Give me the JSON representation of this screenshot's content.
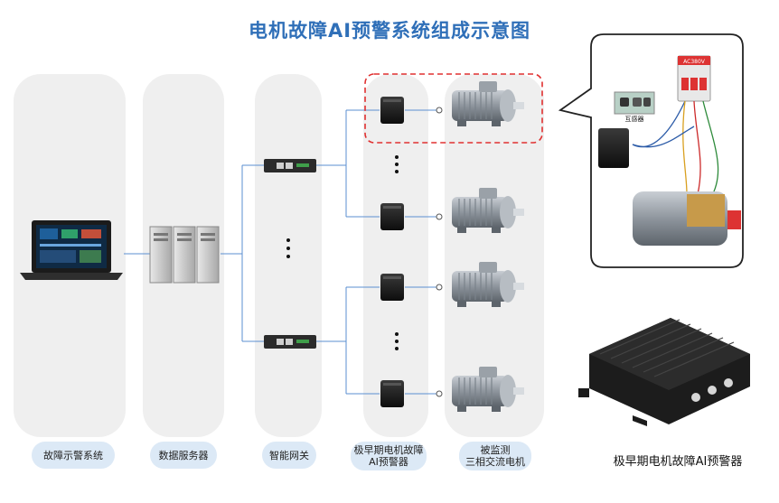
{
  "title": "电机故障AI预警系统组成示意图",
  "columns": [
    {
      "label": "故障示警系统"
    },
    {
      "label": "数据服务器"
    },
    {
      "label": "智能网关"
    },
    {
      "label": "极早期电机故障\nAI预警器"
    },
    {
      "label": "被监测\n三相交流电机"
    }
  ],
  "callout": {
    "breaker_label": "AC380V",
    "sensor_label": "互感器"
  },
  "product_caption": "极早期电机故障AI预警器",
  "colors": {
    "title": "#2f6fb8",
    "connector": "#5b8fd0",
    "highlight": "#e03030",
    "column_bg": "#efefef",
    "label_bg": "#dce9f6"
  }
}
